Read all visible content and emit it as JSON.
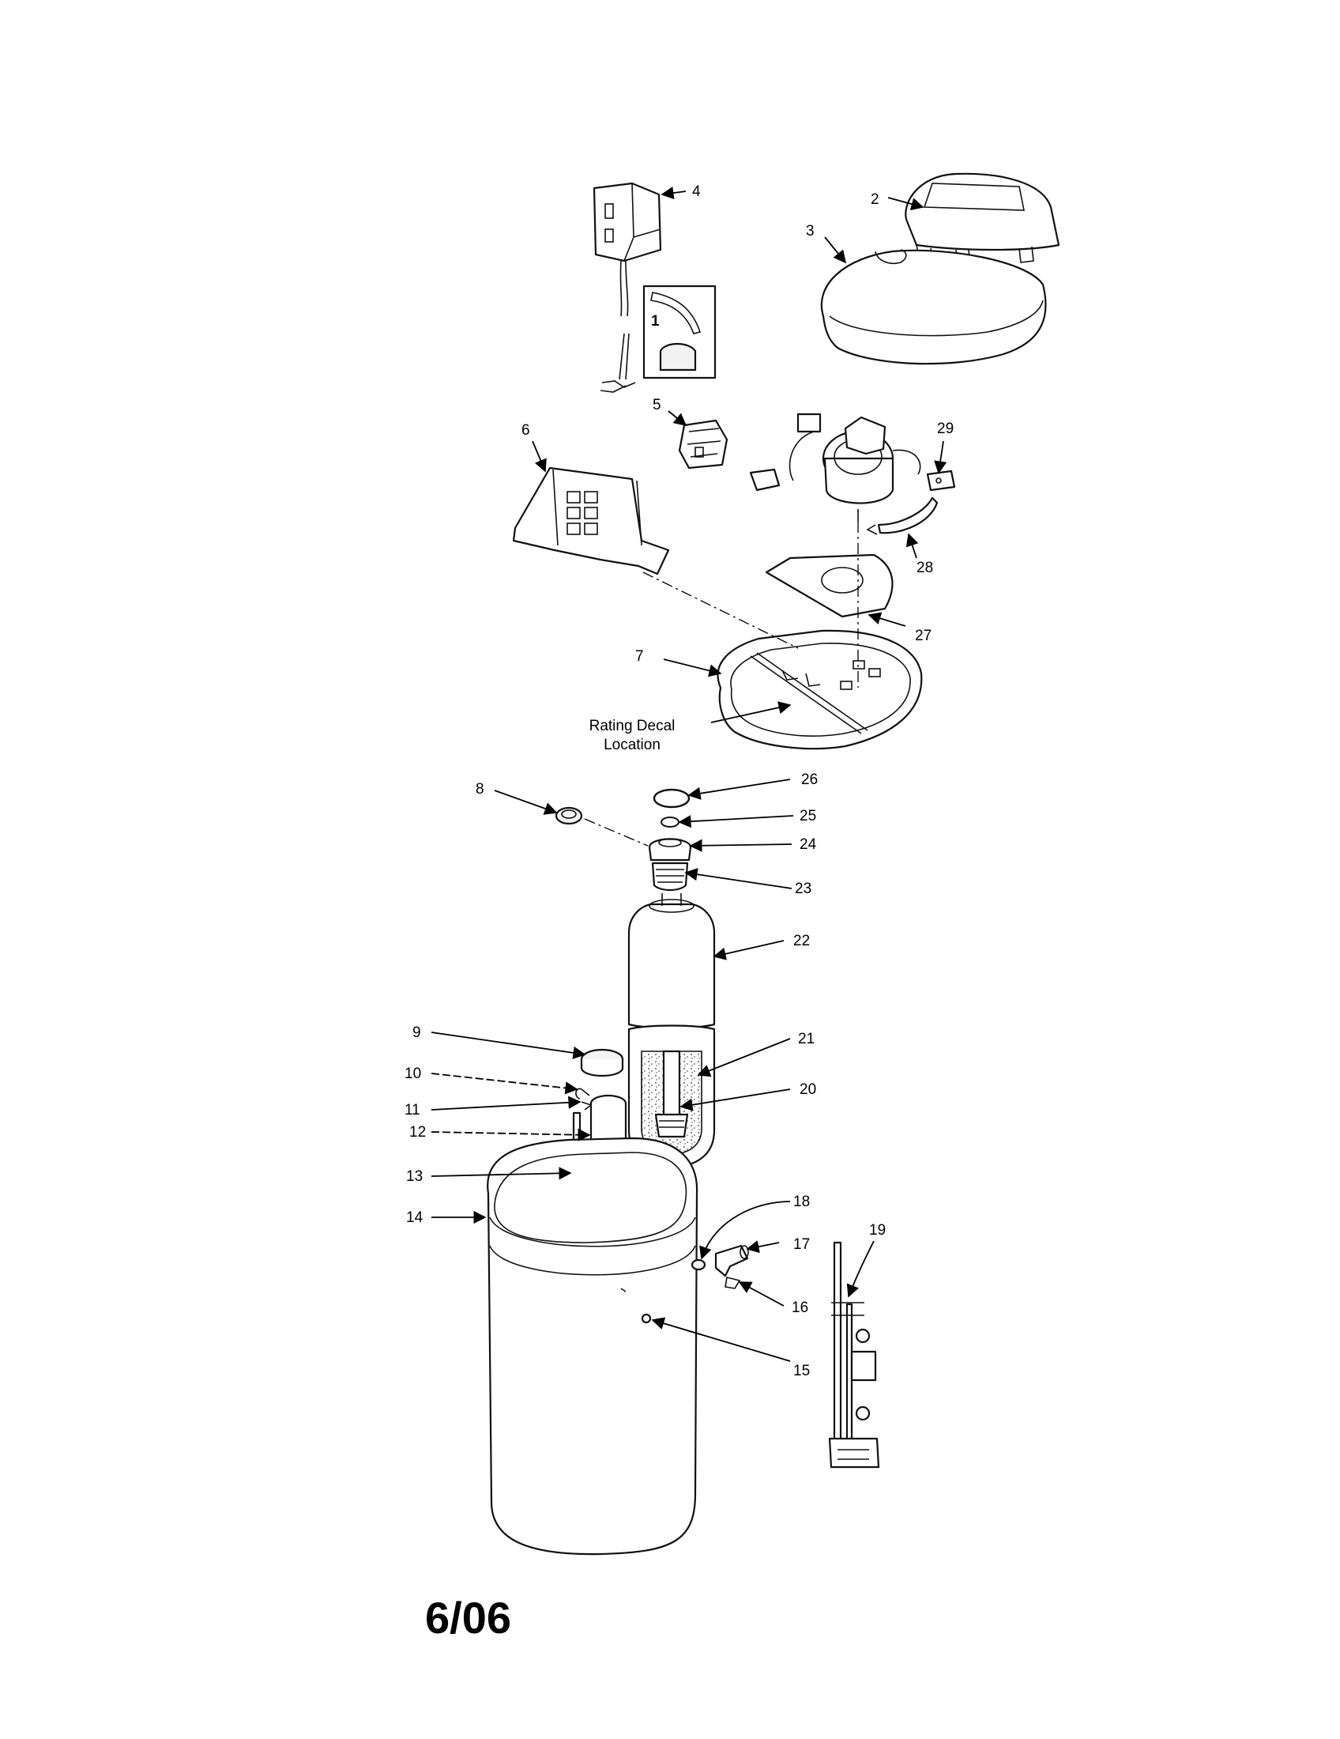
{
  "callouts": [
    {
      "id": "1",
      "label": "1"
    },
    {
      "id": "2",
      "label": "2"
    },
    {
      "id": "3",
      "label": "3"
    },
    {
      "id": "4",
      "label": "4"
    },
    {
      "id": "5",
      "label": "5"
    },
    {
      "id": "6",
      "label": "6"
    },
    {
      "id": "7",
      "label": "7"
    },
    {
      "id": "8",
      "label": "8"
    },
    {
      "id": "9",
      "label": "9"
    },
    {
      "id": "10",
      "label": "10"
    },
    {
      "id": "11",
      "label": "11"
    },
    {
      "id": "12",
      "label": "12"
    },
    {
      "id": "13",
      "label": "13"
    },
    {
      "id": "14",
      "label": "14"
    },
    {
      "id": "15",
      "label": "15"
    },
    {
      "id": "16",
      "label": "16"
    },
    {
      "id": "17",
      "label": "17"
    },
    {
      "id": "18",
      "label": "18"
    },
    {
      "id": "19",
      "label": "19"
    },
    {
      "id": "20",
      "label": "20"
    },
    {
      "id": "21",
      "label": "21"
    },
    {
      "id": "22",
      "label": "22"
    },
    {
      "id": "23",
      "label": "23"
    },
    {
      "id": "24",
      "label": "24"
    },
    {
      "id": "25",
      "label": "25"
    },
    {
      "id": "26",
      "label": "26"
    },
    {
      "id": "27",
      "label": "27"
    },
    {
      "id": "28",
      "label": "28"
    },
    {
      "id": "29",
      "label": "29"
    }
  ],
  "decal_label": {
    "line1": "Rating Decal",
    "line2": "Location"
  },
  "date_code": "6/06"
}
